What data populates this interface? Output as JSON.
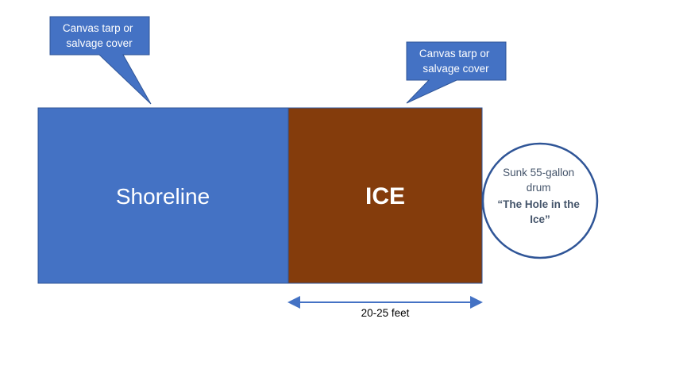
{
  "callouts": [
    {
      "line1": "Canvas tarp or",
      "line2": "salvage cover"
    },
    {
      "line1": "Canvas tarp or",
      "line2": "salvage cover"
    }
  ],
  "shoreline": {
    "label": "Shoreline"
  },
  "ice": {
    "label": "ICE"
  },
  "drum": {
    "line1": "Sunk 55-gallon",
    "line2": "drum",
    "line3": "“The Hole in the",
    "line4": "Ice”"
  },
  "dimension": {
    "label": "20-25 feet"
  },
  "colors": {
    "shoreline": "#4472c4",
    "ice": "#843c0c",
    "callout": "#4472c4",
    "drum_border": "#2f5597",
    "arrow": "#4472c4"
  }
}
